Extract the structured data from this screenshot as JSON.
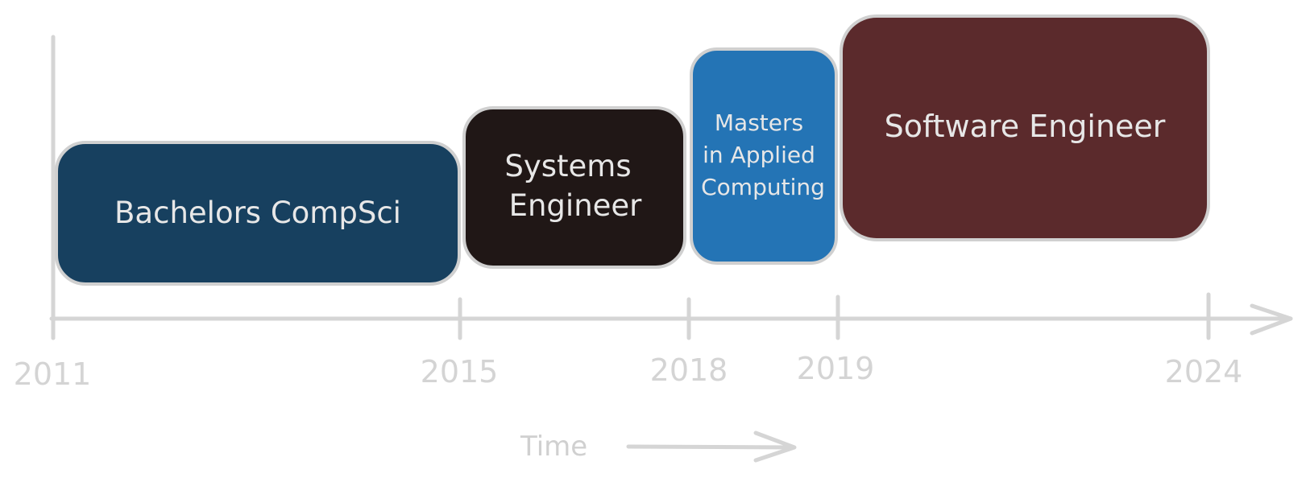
{
  "timeline": {
    "years": [
      "2011",
      "2015",
      "2018",
      "2019",
      "2024"
    ],
    "axis_color": "#d5d5d5",
    "block_border_color": "#d0d0d0"
  },
  "blocks": [
    {
      "key": "bachelors",
      "lines": [
        "Bachelors CompSci"
      ],
      "from": "2011",
      "to": "2015",
      "color": "#17405f"
    },
    {
      "key": "systems",
      "lines": [
        "Systems",
        "Engineer"
      ],
      "from": "2015",
      "to": "2018",
      "color": "#201716"
    },
    {
      "key": "masters",
      "lines": [
        "Masters",
        "in Applied",
        "Computing"
      ],
      "from": "2018",
      "to": "2019",
      "color": "#2474b5"
    },
    {
      "key": "software",
      "lines": [
        "Software Engineer"
      ],
      "from": "2019",
      "to": "2024",
      "color": "#5b2a2c"
    }
  ],
  "time_axis_label": "Time"
}
